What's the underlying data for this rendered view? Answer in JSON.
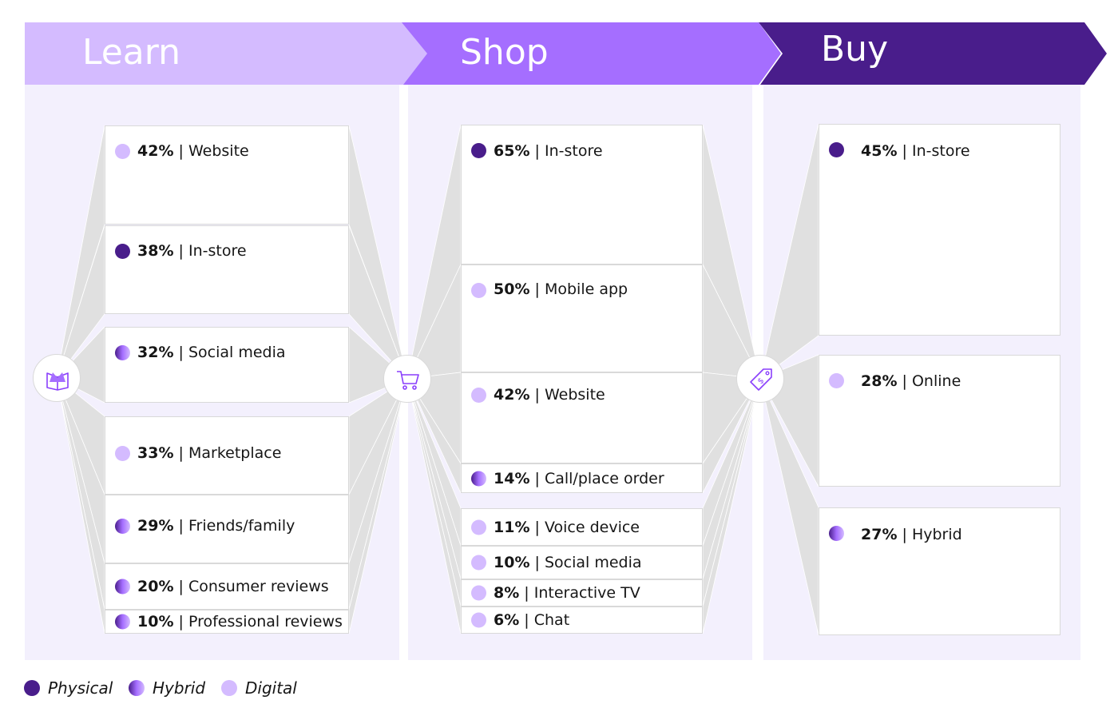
{
  "colors": {
    "physical": "#491d8b",
    "hybrid": "#8a3ffc",
    "digital": "#d4bbff",
    "learn_banner": "#d4bbff",
    "shop_banner": "#a56eff",
    "buy_banner": "#491d8b",
    "panel_bg": "#f3f0fd",
    "connector": "#e0e0e0"
  },
  "stages": [
    {
      "title": "Learn",
      "hub_icon": "open-book-icon",
      "items": [
        {
          "pct": "42%",
          "label": "Website",
          "channel": "digital"
        },
        {
          "pct": "38%",
          "label": "In-store",
          "channel": "physical"
        },
        {
          "pct": "32%",
          "label": "Social media",
          "channel": "hybrid"
        },
        {
          "pct": "33%",
          "label": "Marketplace",
          "channel": "digital"
        },
        {
          "pct": "29%",
          "label": "Friends/family",
          "channel": "hybrid"
        },
        {
          "pct": "20%",
          "label": "Consumer reviews",
          "channel": "hybrid"
        },
        {
          "pct": "10%",
          "label": "Professional reviews",
          "channel": "hybrid"
        }
      ]
    },
    {
      "title": "Shop",
      "hub_icon": "shopping-cart-icon",
      "items": [
        {
          "pct": "65%",
          "label": "In-store",
          "channel": "physical"
        },
        {
          "pct": "50%",
          "label": "Mobile app",
          "channel": "digital"
        },
        {
          "pct": "42%",
          "label": "Website",
          "channel": "digital"
        },
        {
          "pct": "14%",
          "label": "Call/place order",
          "channel": "hybrid"
        },
        {
          "pct": "11%",
          "label": "Voice device",
          "channel": "digital"
        },
        {
          "pct": "10%",
          "label": "Social media",
          "channel": "digital"
        },
        {
          "pct": "8%",
          "label": "Interactive TV",
          "channel": "digital"
        },
        {
          "pct": "6%",
          "label": "Chat",
          "channel": "digital"
        }
      ]
    },
    {
      "title": "Buy",
      "hub_icon": "price-tag-icon",
      "items": [
        {
          "pct": "45%",
          "label": "In-store",
          "channel": "physical"
        },
        {
          "pct": "28%",
          "label": "Online",
          "channel": "digital"
        },
        {
          "pct": "27%",
          "label": "Hybrid",
          "channel": "hybrid"
        }
      ]
    }
  ],
  "separator": " | ",
  "legend": [
    {
      "label": "Physical",
      "channel": "physical"
    },
    {
      "label": "Hybrid",
      "channel": "hybrid"
    },
    {
      "label": "Digital",
      "channel": "digital"
    }
  ]
}
